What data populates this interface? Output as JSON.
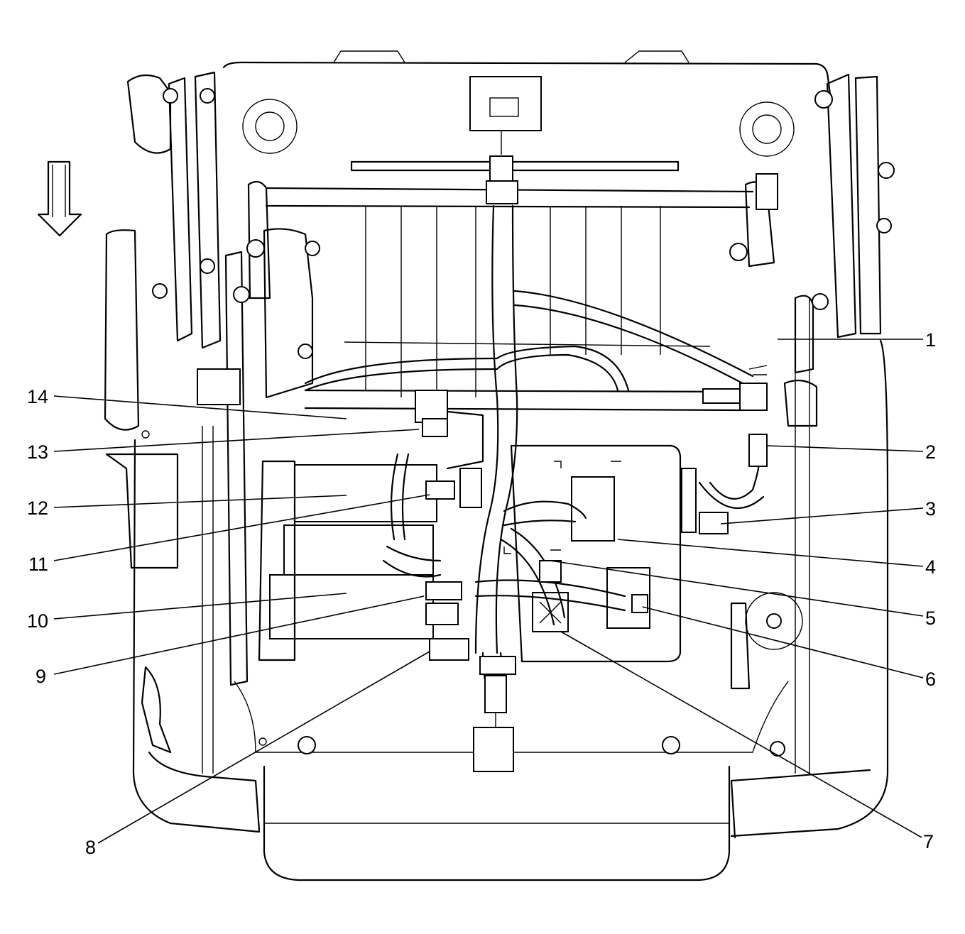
{
  "diagram": {
    "direction_arrow": "down-arrow-icon",
    "callouts": [
      {
        "id": "callout-1",
        "label": "1"
      },
      {
        "id": "callout-2",
        "label": "2"
      },
      {
        "id": "callout-3",
        "label": "3"
      },
      {
        "id": "callout-4",
        "label": "4"
      },
      {
        "id": "callout-5",
        "label": "5"
      },
      {
        "id": "callout-6",
        "label": "6"
      },
      {
        "id": "callout-7",
        "label": "7"
      },
      {
        "id": "callout-8",
        "label": "8"
      },
      {
        "id": "callout-9",
        "label": "9"
      },
      {
        "id": "callout-10",
        "label": "10"
      },
      {
        "id": "callout-11",
        "label": "11"
      },
      {
        "id": "callout-12",
        "label": "12"
      },
      {
        "id": "callout-13",
        "label": "13"
      },
      {
        "id": "callout-14",
        "label": "14"
      }
    ]
  }
}
